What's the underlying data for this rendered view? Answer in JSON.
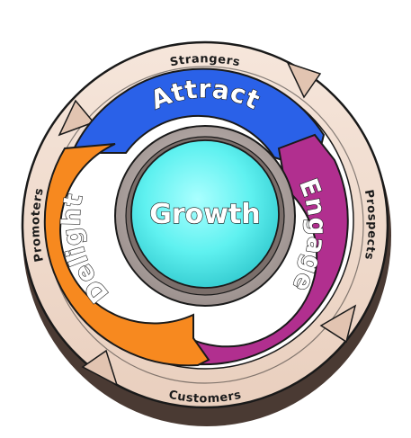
{
  "diagram": {
    "center": {
      "label": "Growth",
      "color": "#5ff1f0"
    },
    "stages": [
      {
        "label": "Attract",
        "color": "#2a61e8"
      },
      {
        "label": "Engage",
        "color": "#b12f8f"
      },
      {
        "label": "Delight",
        "color": "#f7891f"
      }
    ],
    "outer_ring": [
      {
        "label": "Strangers"
      },
      {
        "label": "Prospects"
      },
      {
        "label": "Customers"
      },
      {
        "label": "Promoters"
      }
    ],
    "ring_color": "#f2ddd0"
  }
}
